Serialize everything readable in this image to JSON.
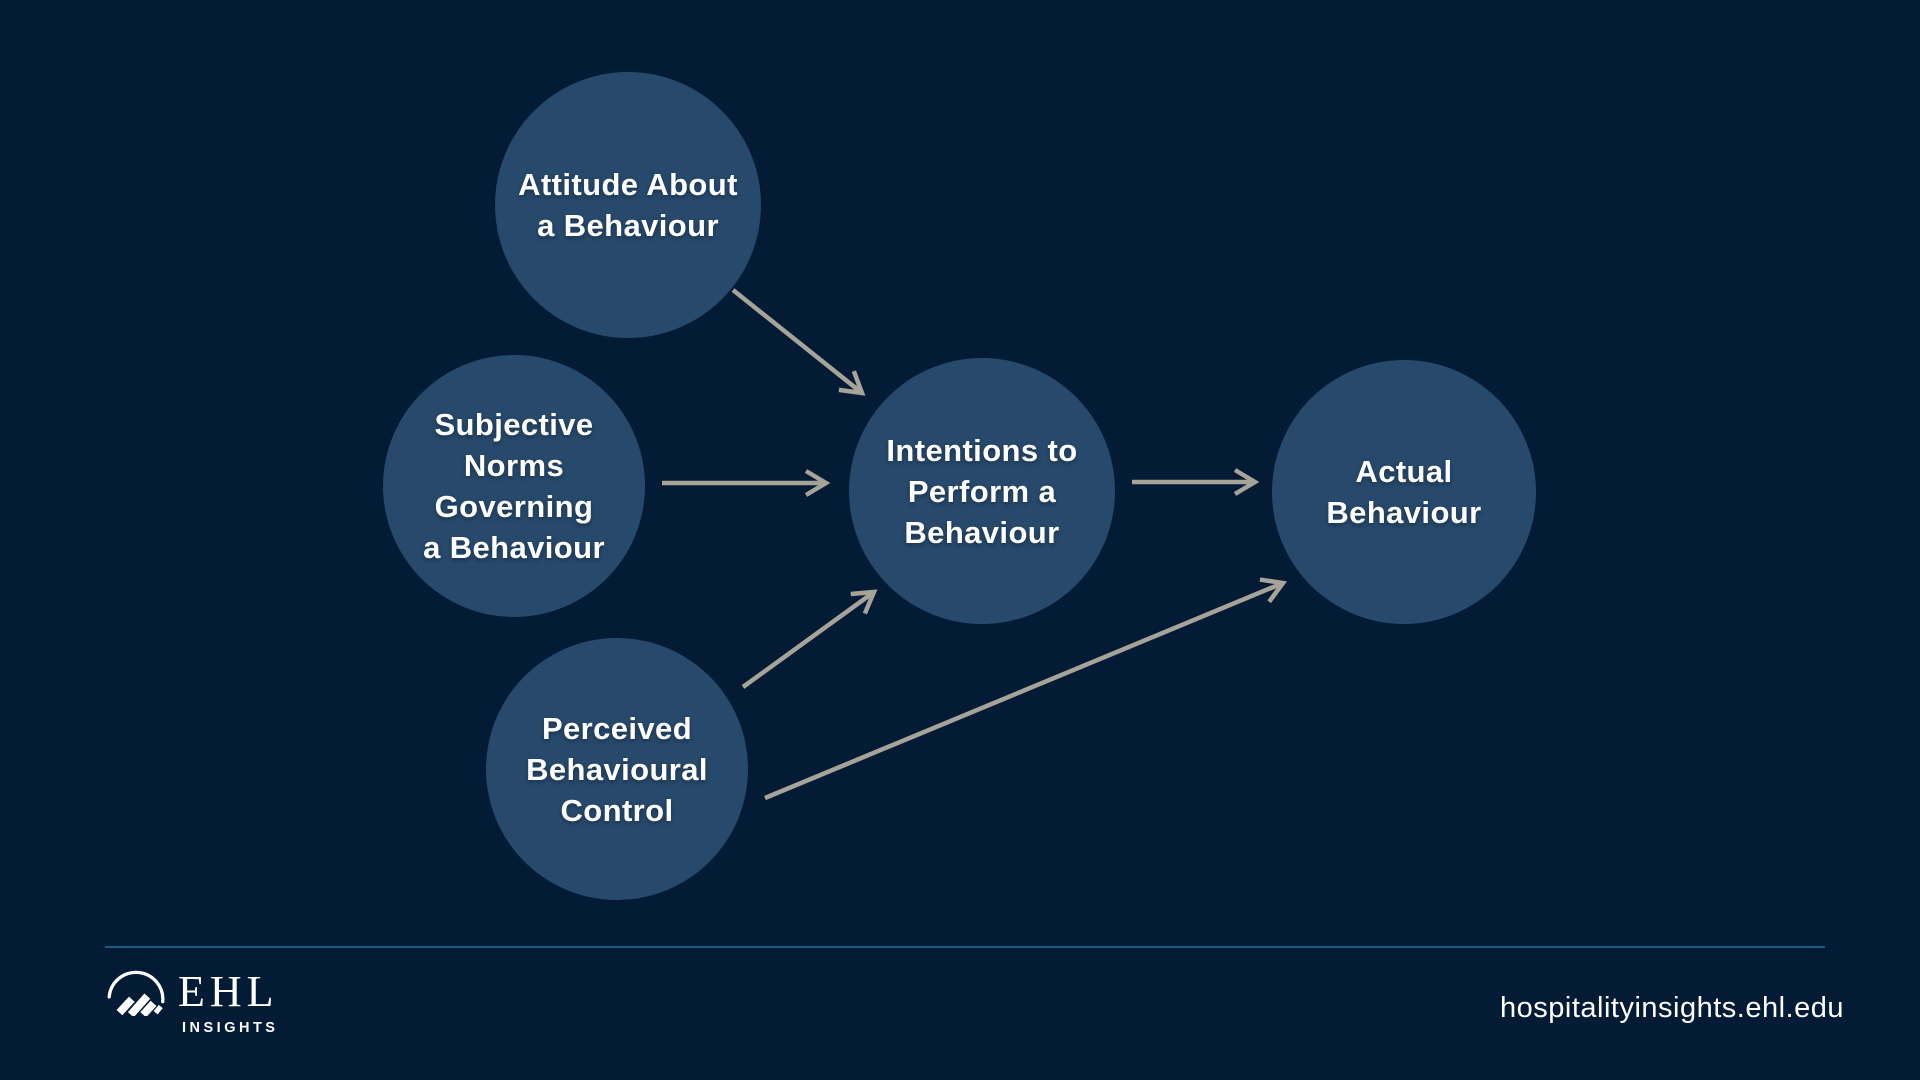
{
  "colors": {
    "background": "#041B36",
    "circle_fill": "#27496B",
    "arrow": "#A6A398",
    "divider": "#1A5B82",
    "text": "#FFFFFF"
  },
  "diagram": {
    "nodes": [
      {
        "id": "attitude",
        "label": "Attitude About\na Behaviour"
      },
      {
        "id": "subjective-norms",
        "label": "Subjective\nNorms\nGoverning\na Behaviour"
      },
      {
        "id": "perceived-control",
        "label": "Perceived\nBehavioural\nControl"
      },
      {
        "id": "intentions",
        "label": "Intentions to\nPerform a\nBehaviour"
      },
      {
        "id": "actual-behaviour",
        "label": "Actual\nBehaviour"
      }
    ],
    "edges": [
      {
        "from": "attitude",
        "to": "intentions"
      },
      {
        "from": "subjective-norms",
        "to": "intentions"
      },
      {
        "from": "perceived-control",
        "to": "intentions"
      },
      {
        "from": "perceived-control",
        "to": "actual-behaviour"
      },
      {
        "from": "intentions",
        "to": "actual-behaviour"
      }
    ]
  },
  "footer": {
    "brand": "EHL",
    "brand_sub": "INSIGHTS",
    "website": "hospitalityinsights.ehl.edu"
  }
}
